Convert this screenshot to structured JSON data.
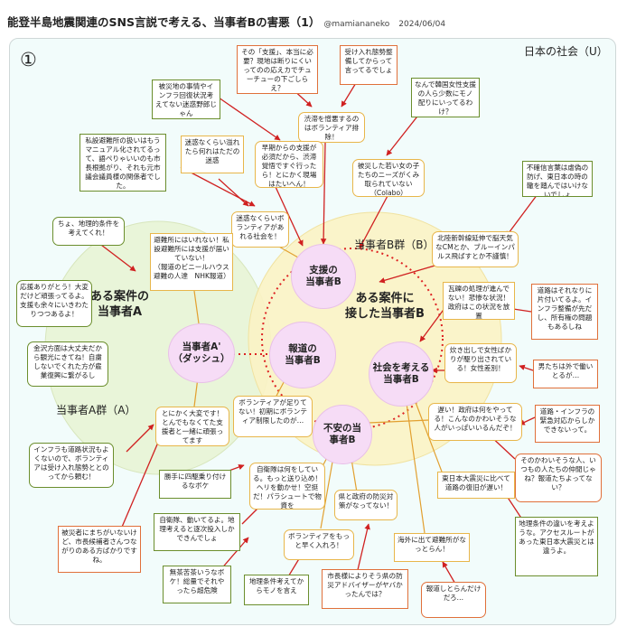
{
  "header": {
    "title": "能登半島地震関連のSNS言説で考える、当事者Bの害悪（1）",
    "handle": "@mamiananeko",
    "date": "2024/06/04"
  },
  "panel": {
    "number": "①",
    "category": "日本の社会（U）",
    "group_a": "当事者A群（A）",
    "group_b": "当事者B群（B）",
    "subject_a": "ある案件の\n当事者A",
    "subject_b": "ある案件に\n接した当事者B"
  },
  "hubs": [
    {
      "id": "support",
      "text": "支援の\n当事者B"
    },
    {
      "id": "report",
      "text": "報道の\n当事者B"
    },
    {
      "id": "society",
      "text": "社会を考える\n当事者B"
    },
    {
      "id": "anxiety",
      "text": "不安の当\n事者B"
    },
    {
      "id": "dash",
      "text": "当事者A'\n（ダッシュ）"
    }
  ],
  "notes": [
    {
      "id": "n1",
      "style": "r",
      "text": "その「支援」、本当に必要？現地は断りにくいってのの応えカでチューチューの下ごしらえ？"
    },
    {
      "id": "n2",
      "style": "r",
      "text": "受け入れ態勢整備してからって言ってるでしょ"
    },
    {
      "id": "n3",
      "style": "g",
      "text": "被災地の事情やインフラ回復状況考えてない迷惑野郎じゃん"
    },
    {
      "id": "n4",
      "style": "g",
      "text": "なんで韓国女性支援の人ら少数にモノ配りにいってるわけ？"
    },
    {
      "id": "n5",
      "style": "y",
      "text": "渋滞を憎悪するのはボランティア排除！"
    },
    {
      "id": "n6",
      "style": "g",
      "text": "私設避難所の扱いはもうマニュアル化されてるって、語ペりゃいいのも市長根拠がり、それも元市議会議員様の関係者でした。"
    },
    {
      "id": "n7",
      "style": "y",
      "text": "迷惑なくらい溢れたら何れはただの迷惑"
    },
    {
      "id": "n8",
      "style": "y",
      "text": "早期からの支援が必須だから、渋滞覚悟ですぐ行ったら！とにかく現場はたいへん！"
    },
    {
      "id": "n9",
      "style": "y",
      "text": "被災した若い女の子たちのニーズがくみ取られていない（Colabo）"
    },
    {
      "id": "n10",
      "style": "g",
      "text": "不確信言葉は虐偽の防げ、東日本の時の轍を踏んではいけないでしょ"
    },
    {
      "id": "n11",
      "style": "g",
      "text": "ちょ、地理的条件を考えてくれ！"
    },
    {
      "id": "n12",
      "style": "y",
      "text": "迷惑なくらいボランティアがあれる社会を！"
    },
    {
      "id": "n13",
      "style": "y",
      "text": "避難所にはいれない！私設避難所には支援が届いていない！\n（報道のビニールハウス避難の人達　NHK報道）"
    },
    {
      "id": "n14",
      "style": "y",
      "text": "北陸新幹線延伸で脳天気なCMとか、ブルーインパルス飛ばすとか不謹慎！"
    },
    {
      "id": "n15",
      "style": "g",
      "text": "応援ありがとう！大変だけど頑張ってるよ。支援も余々にいきわたりつつあるよ！"
    },
    {
      "id": "n16",
      "style": "y",
      "text": "瓦礫の処理が進んでない！悲惨な状況！政府はこの状況を放置"
    },
    {
      "id": "n17",
      "style": "r",
      "text": "道路はそれなりに片付いてるよ。インフラ整備が先だし、所有権の問題もあるしね"
    },
    {
      "id": "n18",
      "style": "g",
      "text": "金沢方面は大丈夫だから観光にきてね！自粛しないでくれた方が雇業復興に繋がるし"
    },
    {
      "id": "n19",
      "style": "y",
      "text": "炊き出しで女性ばかりが駆り出されている！女性差別！"
    },
    {
      "id": "n20",
      "style": "r",
      "text": "男たちは外で働いとるが…"
    },
    {
      "id": "n21",
      "style": "y",
      "text": "ボランティアが足りてない！初期にボランティア制限したのが…"
    },
    {
      "id": "n22",
      "style": "y",
      "text": "とにかく大変です！とんでもなくてた支援者と一緒に頑張ってます"
    },
    {
      "id": "n23",
      "style": "y",
      "text": "遅い！政府は何をやってる！こんなのかわいそうな人がいっぱいいるんだぞ！"
    },
    {
      "id": "n24",
      "style": "r",
      "text": "道路・インフラの緊急対応からしかできないって。"
    },
    {
      "id": "n25",
      "style": "g",
      "text": "インフラも道路状況もよくないので、ボランティアは受け入れ態勢ととのってから頼む！"
    },
    {
      "id": "n26",
      "style": "g",
      "text": "勝手に四駆乗り付けるなボケ"
    },
    {
      "id": "n27",
      "style": "y",
      "text": "自衛隊は何をしている。もっと送り込め！ヘリを動かせ！空挺だ！パラシュートで物資を"
    },
    {
      "id": "n28",
      "style": "r",
      "text": "そのかわいそうな人、いつもの人たちの仲閒じゃね？報道たちよってない？"
    },
    {
      "id": "n29",
      "style": "y",
      "text": "東日本大震災に比べて道路の復旧が遅い！"
    },
    {
      "id": "n30",
      "style": "g",
      "text": "自衛隊、動いてるよ。地理考えると逐次投入しかできんでしょ"
    },
    {
      "id": "n31",
      "style": "y",
      "text": "県と政府の防災対策がなってない！"
    },
    {
      "id": "n32",
      "style": "r",
      "text": "被災者にまちがいないけど、市長候補者さんつながりのある方ばかりですね。"
    },
    {
      "id": "n33",
      "style": "y",
      "text": "ボランティアをもっと早く入れろ！"
    },
    {
      "id": "n34",
      "style": "y",
      "text": "海外に出て避難所がなっとらん！"
    },
    {
      "id": "n35",
      "style": "g",
      "text": "地理条件の違いを考えような。アクセスルートがあった東日本大震災とは違うよ。"
    },
    {
      "id": "n36",
      "style": "g",
      "text": "無茶苦茶いうなボケ！総量でそれやったら超危険"
    },
    {
      "id": "n37",
      "style": "g",
      "text": "地理条件考えてからモノを言え"
    },
    {
      "id": "n38",
      "style": "r",
      "text": "市長様によりそう県の防災アドバイザーがヤバかったんでは？"
    },
    {
      "id": "n39",
      "style": "r",
      "text": "報道しとらんだけだろ…"
    }
  ]
}
